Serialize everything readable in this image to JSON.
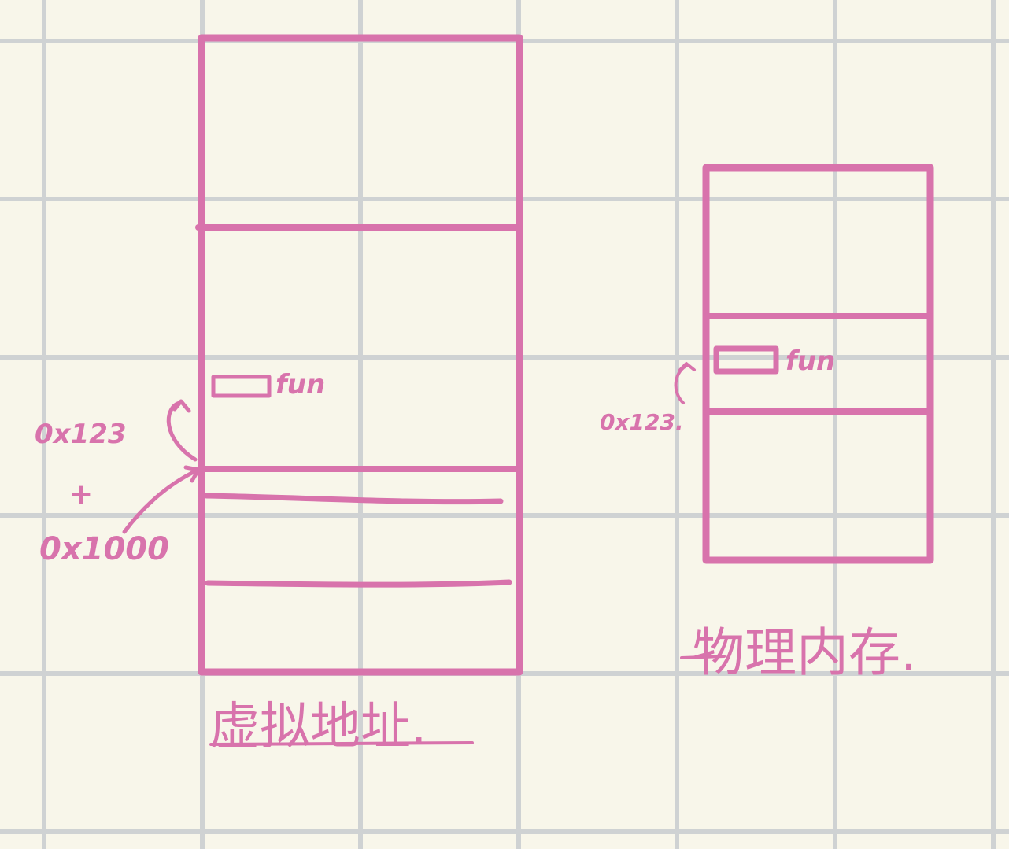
{
  "colors": {
    "background": "#f8f6ea",
    "grid": "#cfd2d3",
    "ink": "#d873ac"
  },
  "virtual": {
    "caption": "虚拟地址.",
    "offset_label": "0x123",
    "plus_label": "+",
    "base_label": "0x1000",
    "fun_label": "fun"
  },
  "physical": {
    "caption": "物理内存.",
    "offset_label": "0x123.",
    "fun_label": "fun"
  }
}
